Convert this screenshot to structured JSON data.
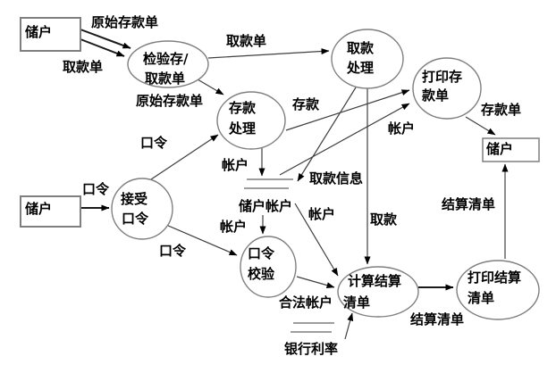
{
  "diagram": {
    "type": "data-flow-diagram",
    "colors": {
      "shape_stroke": "#7f7f7f",
      "flow_line": "#3f3f3f",
      "text": "#000000",
      "background": "#ffffff"
    },
    "entities": [
      {
        "id": "depositor_top_left",
        "label": "储户"
      },
      {
        "id": "depositor_bottom_left",
        "label": "储户"
      },
      {
        "id": "depositor_right",
        "label": "储户"
      }
    ],
    "processes": [
      {
        "id": "verify_slip",
        "line1": "检验存/",
        "line2": "取款单"
      },
      {
        "id": "deposit_processing",
        "line1": "存款",
        "line2": "处理"
      },
      {
        "id": "withdraw_processing",
        "line1": "取款",
        "line2": "处理"
      },
      {
        "id": "print_deposit_slip",
        "line1": "打印存",
        "line2": "款单"
      },
      {
        "id": "accept_password",
        "line1": "接受",
        "line2": "口令"
      },
      {
        "id": "password_check",
        "line1": "口令",
        "line2": "校验"
      },
      {
        "id": "calc_settlement",
        "line1": "计算结算",
        "line2": "清单"
      },
      {
        "id": "print_settlement",
        "line1": "打印结算",
        "line2": "清单"
      }
    ],
    "stores": [
      {
        "id": "depositor_account",
        "label": "储户帐户"
      },
      {
        "id": "bank_rate",
        "label": "银行利率"
      }
    ],
    "flows": [
      {
        "from": "depositor_top_left",
        "to": "verify_slip",
        "label": "原始存款单"
      },
      {
        "from": "depositor_top_left",
        "to": "verify_slip",
        "label": "取款单"
      },
      {
        "from": "verify_slip",
        "to": "withdraw_processing",
        "label": "取款单"
      },
      {
        "from": "verify_slip",
        "to": "deposit_processing",
        "label": "原始存款单"
      },
      {
        "from": "accept_password",
        "to": "deposit_processing",
        "label": "口令"
      },
      {
        "from": "depositor_bottom_left",
        "to": "accept_password",
        "label": "口令"
      },
      {
        "from": "accept_password",
        "to": "password_check",
        "label": "口令"
      },
      {
        "from": "deposit_processing",
        "to": "depositor_account",
        "label": "帐户"
      },
      {
        "from": "deposit_processing",
        "to": "print_deposit_slip",
        "label": "存款"
      },
      {
        "from": "depositor_account",
        "to": "print_deposit_slip",
        "label": "帐户"
      },
      {
        "from": "withdraw_processing",
        "to": "depositor_account",
        "label": "取款信息"
      },
      {
        "from": "depositor_account",
        "to": "password_check",
        "label": "帐户"
      },
      {
        "from": "depositor_account",
        "to": "calc_settlement",
        "label": "帐户"
      },
      {
        "from": "password_check",
        "to": "calc_settlement",
        "label": "合法帐户"
      },
      {
        "from": "withdraw_processing",
        "to": "calc_settlement",
        "label": "取款"
      },
      {
        "from": "bank_rate",
        "to": "calc_settlement",
        "label": ""
      },
      {
        "from": "calc_settlement",
        "to": "print_settlement",
        "label": "结算清单"
      },
      {
        "from": "print_settlement",
        "to": "depositor_right",
        "label": "结算清单"
      },
      {
        "from": "print_deposit_slip",
        "to": "depositor_right",
        "label": "存款单"
      }
    ]
  }
}
